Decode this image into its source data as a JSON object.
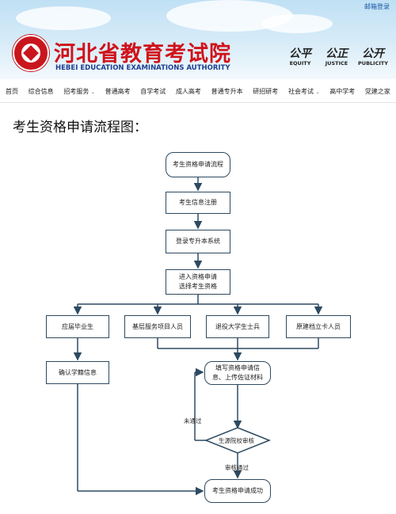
{
  "header": {
    "mail_login": "邮箱登录",
    "title_cn": "河北省教育考试院",
    "title_en": "HEBEI EDUCATION EXAMINATIONS AUTHORITY",
    "slogans": [
      {
        "cn": "公平",
        "en": "EQUITY"
      },
      {
        "cn": "公正",
        "en": "JUSTICE"
      },
      {
        "cn": "公开",
        "en": "PUBLICITY"
      }
    ]
  },
  "nav": {
    "items": [
      "首页",
      "综合信息",
      "招考服务",
      "普通高考",
      "自学考试",
      "成人高考",
      "普通专升本",
      "研招研考",
      "社会考试",
      "高中学考",
      "党建之家"
    ]
  },
  "page": {
    "heading": "考生资格申请流程图："
  },
  "flowchart": {
    "start": "考生资格申请流程",
    "step1": "考生信息注册",
    "step2": "登录专升本系统",
    "step3_line1": "进入资格申请",
    "step3_line2": "选择考生资格",
    "categories": [
      "应届毕业生",
      "基层服务项目人员",
      "退役大学生士兵",
      "原建档立卡人员"
    ],
    "confirm": "确认学籍信息",
    "fill_line1": "填写资格申请信",
    "fill_line2": "息、上传佐证材料",
    "review": "生源院校审核",
    "fail_label": "未通过",
    "pass_label": "审核通过",
    "end": "考生资格申请成功"
  }
}
